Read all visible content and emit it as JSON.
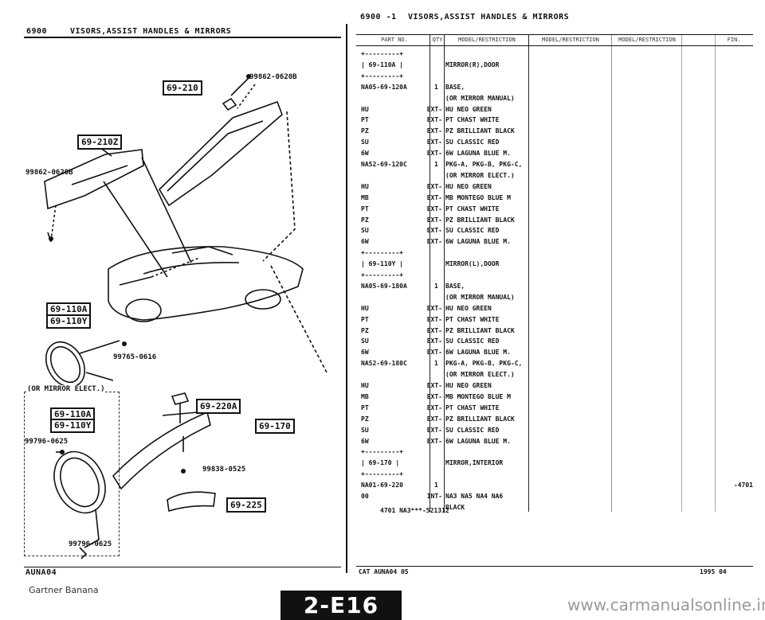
{
  "left_page": {
    "section_code": "6900",
    "section_title": "VISORS,ASSIST HANDLES & MIRRORS",
    "callouts": {
      "visor_rh": "69-210",
      "visor_lh": "69-210Z",
      "mirror_door_a": "69-110A",
      "mirror_door_b": "69-110Y",
      "opt_mirror_a": "69-110A",
      "opt_mirror_b": "69-110Y",
      "inner_mirror": "69-220A",
      "assist_handle": "69-170",
      "clip": "69-225"
    },
    "part_numbers": {
      "screw_rh": "99862-0620B",
      "screw_lh": "99862-0620B",
      "mirror_screw": "99765-0616",
      "opt_screw": "99796-0625",
      "opt_screw_b": "99796-0625",
      "inner_screw": "99838-0525"
    },
    "option_label": "(OR MIRROR ELECT.)",
    "footer_code": "AUNA04"
  },
  "right_page": {
    "header_code": "6900 -1",
    "header_title": "VISORS,ASSIST HANDLES & MIRRORS",
    "columns": [
      "PART NO.",
      "QTY",
      "MODEL/RESTRICTION",
      "MODEL/RESTRICTION",
      "MODEL/RESTRICTION",
      "",
      "FIN."
    ],
    "rows": [
      {
        "pn": "+---------+",
        "qty": "",
        "code": "",
        "desc": "",
        "fin": ""
      },
      {
        "pn": "| 69-110A |",
        "qty": "",
        "code": "",
        "desc": "MIRROR(R),DOOR",
        "fin": ""
      },
      {
        "pn": "+---------+",
        "qty": "",
        "code": "",
        "desc": "",
        "fin": ""
      },
      {
        "pn": "NA05-69-120A",
        "qty": "1",
        "code": "",
        "desc": "BASE,",
        "fin": ""
      },
      {
        "pn": "",
        "qty": "",
        "code": "",
        "desc": "(OR MIRROR MANUAL)",
        "fin": ""
      },
      {
        "pn": "HU",
        "qty": "",
        "code": "EXT-",
        "desc": "HU NEO GREEN",
        "fin": ""
      },
      {
        "pn": "PT",
        "qty": "",
        "code": "EXT-",
        "desc": "PT CHAST WHITE",
        "fin": ""
      },
      {
        "pn": "PZ",
        "qty": "",
        "code": "EXT-",
        "desc": "PZ BRILLIANT BLACK",
        "fin": ""
      },
      {
        "pn": "SU",
        "qty": "",
        "code": "EXT-",
        "desc": "SU CLASSIC RED",
        "fin": ""
      },
      {
        "pn": "6W",
        "qty": "",
        "code": "EXT-",
        "desc": "6W LAGUNA BLUE M.",
        "fin": ""
      },
      {
        "pn": "NA52-69-120C",
        "qty": "1",
        "code": "",
        "desc": "PKG-A, PKG-B, PKG-C,",
        "fin": ""
      },
      {
        "pn": "",
        "qty": "",
        "code": "",
        "desc": "(OR MIRROR ELECT.)",
        "fin": ""
      },
      {
        "pn": "HU",
        "qty": "",
        "code": "EXT-",
        "desc": "HU NEO GREEN",
        "fin": ""
      },
      {
        "pn": "MB",
        "qty": "",
        "code": "EXT-",
        "desc": "MB MONTEGO BLUE M",
        "fin": ""
      },
      {
        "pn": "PT",
        "qty": "",
        "code": "EXT-",
        "desc": "PT CHAST WHITE",
        "fin": ""
      },
      {
        "pn": "PZ",
        "qty": "",
        "code": "EXT-",
        "desc": "PZ BRILLIANT BLACK",
        "fin": ""
      },
      {
        "pn": "SU",
        "qty": "",
        "code": "EXT-",
        "desc": "SU CLASSIC RED",
        "fin": ""
      },
      {
        "pn": "6W",
        "qty": "",
        "code": "EXT-",
        "desc": "6W LAGUNA BLUE M.",
        "fin": ""
      },
      {
        "pn": "+---------+",
        "qty": "",
        "code": "",
        "desc": "",
        "fin": ""
      },
      {
        "pn": "| 69-110Y |",
        "qty": "",
        "code": "",
        "desc": "MIRROR(L),DOOR",
        "fin": ""
      },
      {
        "pn": "+---------+",
        "qty": "",
        "code": "",
        "desc": "",
        "fin": ""
      },
      {
        "pn": "NA05-69-180A",
        "qty": "1",
        "code": "",
        "desc": "BASE,",
        "fin": ""
      },
      {
        "pn": "",
        "qty": "",
        "code": "",
        "desc": "(OR MIRROR MANUAL)",
        "fin": ""
      },
      {
        "pn": "HU",
        "qty": "",
        "code": "EXT-",
        "desc": "HU NEO GREEN",
        "fin": ""
      },
      {
        "pn": "PT",
        "qty": "",
        "code": "EXT-",
        "desc": "PT CHAST WHITE",
        "fin": ""
      },
      {
        "pn": "PZ",
        "qty": "",
        "code": "EXT-",
        "desc": "PZ BRILLIANT BLACK",
        "fin": ""
      },
      {
        "pn": "SU",
        "qty": "",
        "code": "EXT-",
        "desc": "SU CLASSIC RED",
        "fin": ""
      },
      {
        "pn": "6W",
        "qty": "",
        "code": "EXT-",
        "desc": "6W LAGUNA BLUE M.",
        "fin": ""
      },
      {
        "pn": "NA52-69-180C",
        "qty": "1",
        "code": "",
        "desc": "PKG-A, PKG-B, PKG-C,",
        "fin": ""
      },
      {
        "pn": "",
        "qty": "",
        "code": "",
        "desc": "(OR MIRROR ELECT.)",
        "fin": ""
      },
      {
        "pn": "HU",
        "qty": "",
        "code": "EXT-",
        "desc": "HU NEO GREEN",
        "fin": ""
      },
      {
        "pn": "MB",
        "qty": "",
        "code": "EXT-",
        "desc": "MB MONTEGO BLUE M",
        "fin": ""
      },
      {
        "pn": "PT",
        "qty": "",
        "code": "EXT-",
        "desc": "PT CHAST WHITE",
        "fin": ""
      },
      {
        "pn": "PZ",
        "qty": "",
        "code": "EXT-",
        "desc": "PZ BRILLIANT BLACK",
        "fin": ""
      },
      {
        "pn": "SU",
        "qty": "",
        "code": "EXT-",
        "desc": "SU CLASSIC RED",
        "fin": ""
      },
      {
        "pn": "6W",
        "qty": "",
        "code": "EXT-",
        "desc": "6W LAGUNA BLUE M.",
        "fin": ""
      },
      {
        "pn": "+---------+",
        "qty": "",
        "code": "",
        "desc": "",
        "fin": ""
      },
      {
        "pn": "| 69-170  |",
        "qty": "",
        "code": "",
        "desc": "MIRROR,INTERIOR",
        "fin": ""
      },
      {
        "pn": "+---------+",
        "qty": "",
        "code": "",
        "desc": "",
        "fin": ""
      },
      {
        "pn": "NA01-69-220",
        "qty": "1",
        "code": "",
        "desc": "",
        "fin": "-4701"
      },
      {
        "pn": "00",
        "qty": "",
        "code": "INT-",
        "desc": "NA3 NA5 NA4 NA6",
        "fin": ""
      },
      {
        "pn": "",
        "qty": "",
        "code": "",
        "desc": "BLACK",
        "fin": ""
      }
    ],
    "table_note": "4701 NA3***-521312",
    "footer_left": "CAT AUNA04 05",
    "footer_right": "1995 04"
  },
  "page_badge": "2-E16",
  "watermark_left": "Gartner Banana",
  "watermark_right": "www.carmanualsonline.info"
}
